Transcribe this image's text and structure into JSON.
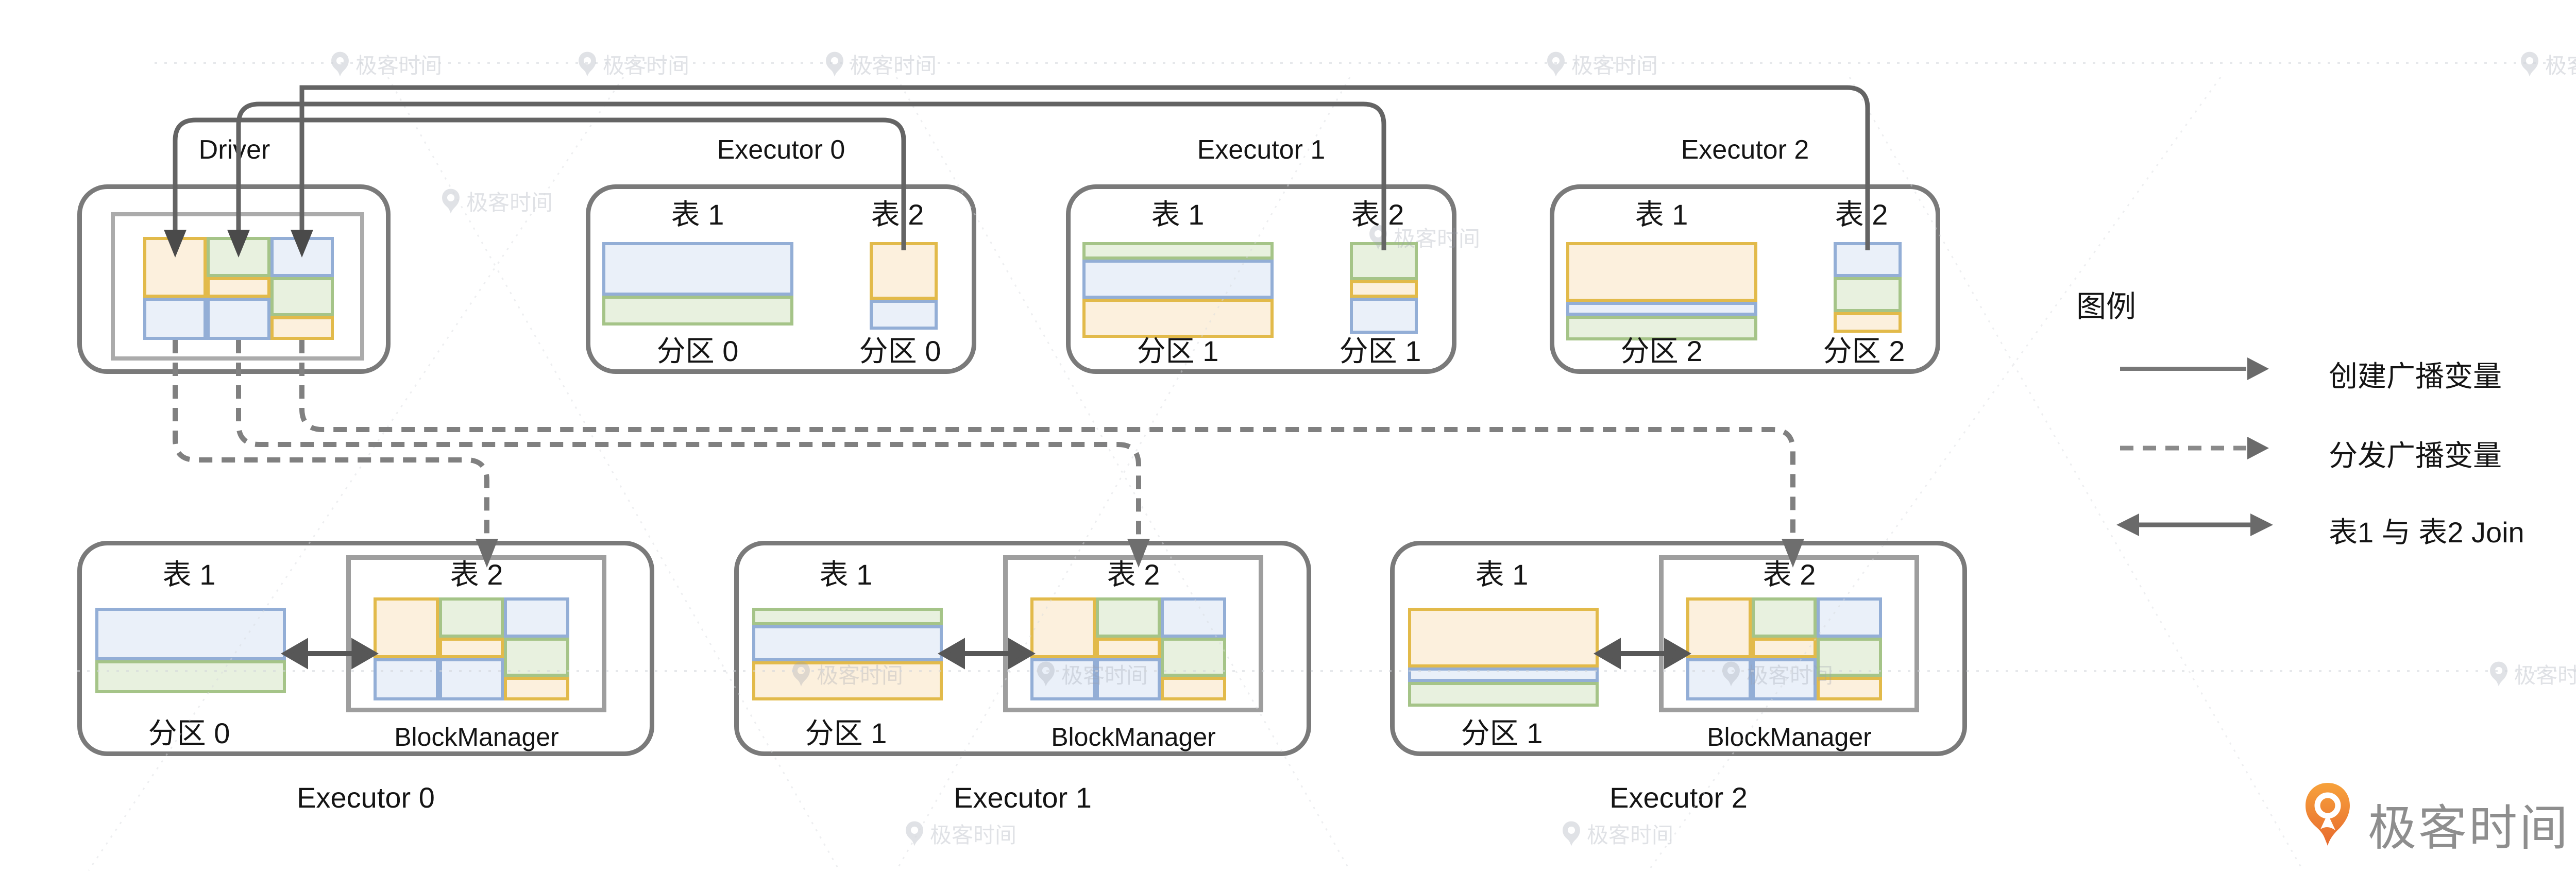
{
  "colors": {
    "orange_border": "#E2BA4A",
    "orange_fill": "#FCF0DD",
    "green_border": "#A5C488",
    "green_fill": "#E8F1DF",
    "blue_border": "#93AED6",
    "blue_fill": "#EAF0F9",
    "box_border": "#7A7A7A",
    "inner_border": "#ABABAB",
    "bm_border": "#9E9E9E",
    "arrow_solid": "#646464",
    "arrow_dashed": "#808080",
    "arrow_join": "#575757",
    "text": "#141414",
    "logo_text": "#8E8E8E",
    "logo_orange_top": "#F7A23B",
    "logo_orange_bottom": "#E76A2F"
  },
  "watermark": {
    "text": "极客时间"
  },
  "driver": {
    "title": "Driver"
  },
  "broadcast_mosaic": {
    "columns": [
      [
        {
          "c": "orange",
          "h": 118
        },
        {
          "c": "blue",
          "h": 82
        }
      ],
      [
        {
          "c": "green",
          "h": 78
        },
        {
          "c": "orange",
          "h": 40
        },
        {
          "c": "blue",
          "h": 82
        }
      ],
      [
        {
          "c": "blue",
          "h": 78
        },
        {
          "c": "green",
          "h": 76
        },
        {
          "c": "orange",
          "h": 46
        }
      ]
    ]
  },
  "top_executors": [
    {
      "title": "Executor 0",
      "table1": {
        "label": "表 1",
        "partition": "分区 0",
        "blocks": [
          {
            "c": "blue",
            "h": 104
          },
          {
            "c": "green",
            "h": 58
          }
        ]
      },
      "table2": {
        "label": "表 2",
        "partition": "分区 0",
        "blocks": [
          {
            "c": "orange",
            "h": 112
          },
          {
            "c": "blue",
            "h": 58
          }
        ]
      }
    },
    {
      "title": "Executor 1",
      "table1": {
        "label": "表 1",
        "partition": "分区 1",
        "blocks": [
          {
            "c": "green",
            "h": 34
          },
          {
            "c": "blue",
            "h": 76
          },
          {
            "c": "orange",
            "h": 76
          }
        ]
      },
      "table2": {
        "label": "表 2",
        "partition": "分区 1",
        "blocks": [
          {
            "c": "green",
            "h": 74
          },
          {
            "c": "orange",
            "h": 34
          },
          {
            "c": "blue",
            "h": 70
          }
        ]
      }
    },
    {
      "title": "Executor 2",
      "table1": {
        "label": "表 1",
        "partition": "分区 2",
        "blocks": [
          {
            "c": "orange",
            "h": 116
          },
          {
            "c": "blue",
            "h": 27
          },
          {
            "c": "green",
            "h": 48
          }
        ]
      },
      "table2": {
        "label": "表 2",
        "partition": "分区 2",
        "blocks": [
          {
            "c": "blue",
            "h": 68
          },
          {
            "c": "green",
            "h": 68
          },
          {
            "c": "orange",
            "h": 40
          }
        ]
      }
    }
  ],
  "bottom_executors": [
    {
      "title": "Executor 0",
      "table1": {
        "label": "表 1",
        "partition": "分区 0",
        "blocks": [
          {
            "c": "blue",
            "h": 102
          },
          {
            "c": "green",
            "h": 64
          }
        ]
      },
      "table2": {
        "label": "表 2",
        "manager": "BlockManager"
      }
    },
    {
      "title": "Executor 1",
      "table1": {
        "label": "表 1",
        "partition": "分区 1",
        "blocks": [
          {
            "c": "green",
            "h": 34
          },
          {
            "c": "blue",
            "h": 70
          },
          {
            "c": "orange",
            "h": 76
          }
        ]
      },
      "table2": {
        "label": "表 2",
        "manager": "BlockManager"
      }
    },
    {
      "title": "Executor 2",
      "table1": {
        "label": "表 1",
        "partition": "分区 1",
        "blocks": [
          {
            "c": "orange",
            "h": 116
          },
          {
            "c": "blue",
            "h": 28
          },
          {
            "c": "green",
            "h": 48
          }
        ]
      },
      "table2": {
        "label": "表 2",
        "manager": "BlockManager"
      }
    }
  ],
  "legend": {
    "title": "图例",
    "items": [
      {
        "icon": "solid-arrow-icon",
        "label": "创建广播变量"
      },
      {
        "icon": "dashed-arrow-icon",
        "label": "分发广播变量"
      },
      {
        "icon": "double-arrow-icon",
        "label": "表1 与 表2 Join"
      }
    ]
  },
  "logo": {
    "text": "极客时间"
  }
}
